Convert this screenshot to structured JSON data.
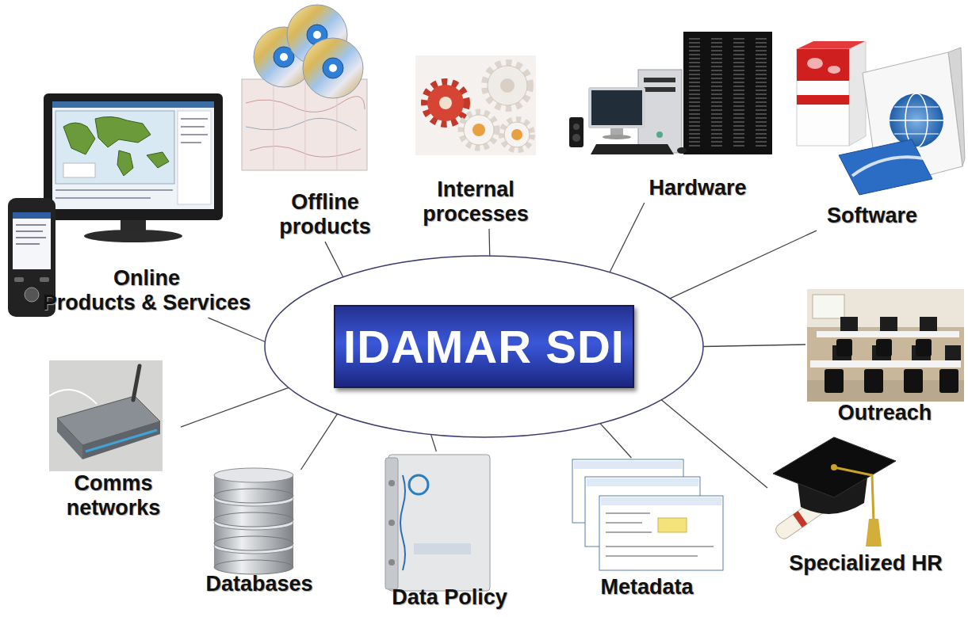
{
  "diagram": {
    "nodes": [
      {
        "text": [
          "IDAMAR SDI"
        ]
      },
      {
        "text": [
          "Online Products & Services"
        ]
      },
      {
        "text": [
          "Offline products"
        ]
      },
      {
        "text": [
          "Internal processes"
        ]
      },
      {
        "text": [
          "Hardware"
        ]
      },
      {
        "text": [
          "Software"
        ]
      },
      {
        "text": [
          "Outreach"
        ]
      },
      {
        "text": [
          "Specialized HR"
        ]
      },
      {
        "text": [
          "Metadata"
        ]
      },
      {
        "text": [
          "Data Policy"
        ]
      },
      {
        "text": [
          "Databases"
        ]
      },
      {
        "text": [
          "Comms networks"
        ]
      }
    ],
    "edges": [
      {
        "from": 0,
        "to": 1,
        "arrow": "none"
      },
      {
        "from": 0,
        "to": 2,
        "arrow": "none"
      },
      {
        "from": 0,
        "to": 3,
        "arrow": "none"
      },
      {
        "from": 0,
        "to": 4,
        "arrow": "none"
      },
      {
        "from": 0,
        "to": 5,
        "arrow": "none"
      },
      {
        "from": 0,
        "to": 6,
        "arrow": "none"
      },
      {
        "from": 0,
        "to": 7,
        "arrow": "none"
      },
      {
        "from": 0,
        "to": 8,
        "arrow": "none"
      },
      {
        "from": 0,
        "to": 9,
        "arrow": "none"
      },
      {
        "from": 0,
        "to": 10,
        "arrow": "none"
      },
      {
        "from": 0,
        "to": 11,
        "arrow": "none"
      }
    ]
  }
}
